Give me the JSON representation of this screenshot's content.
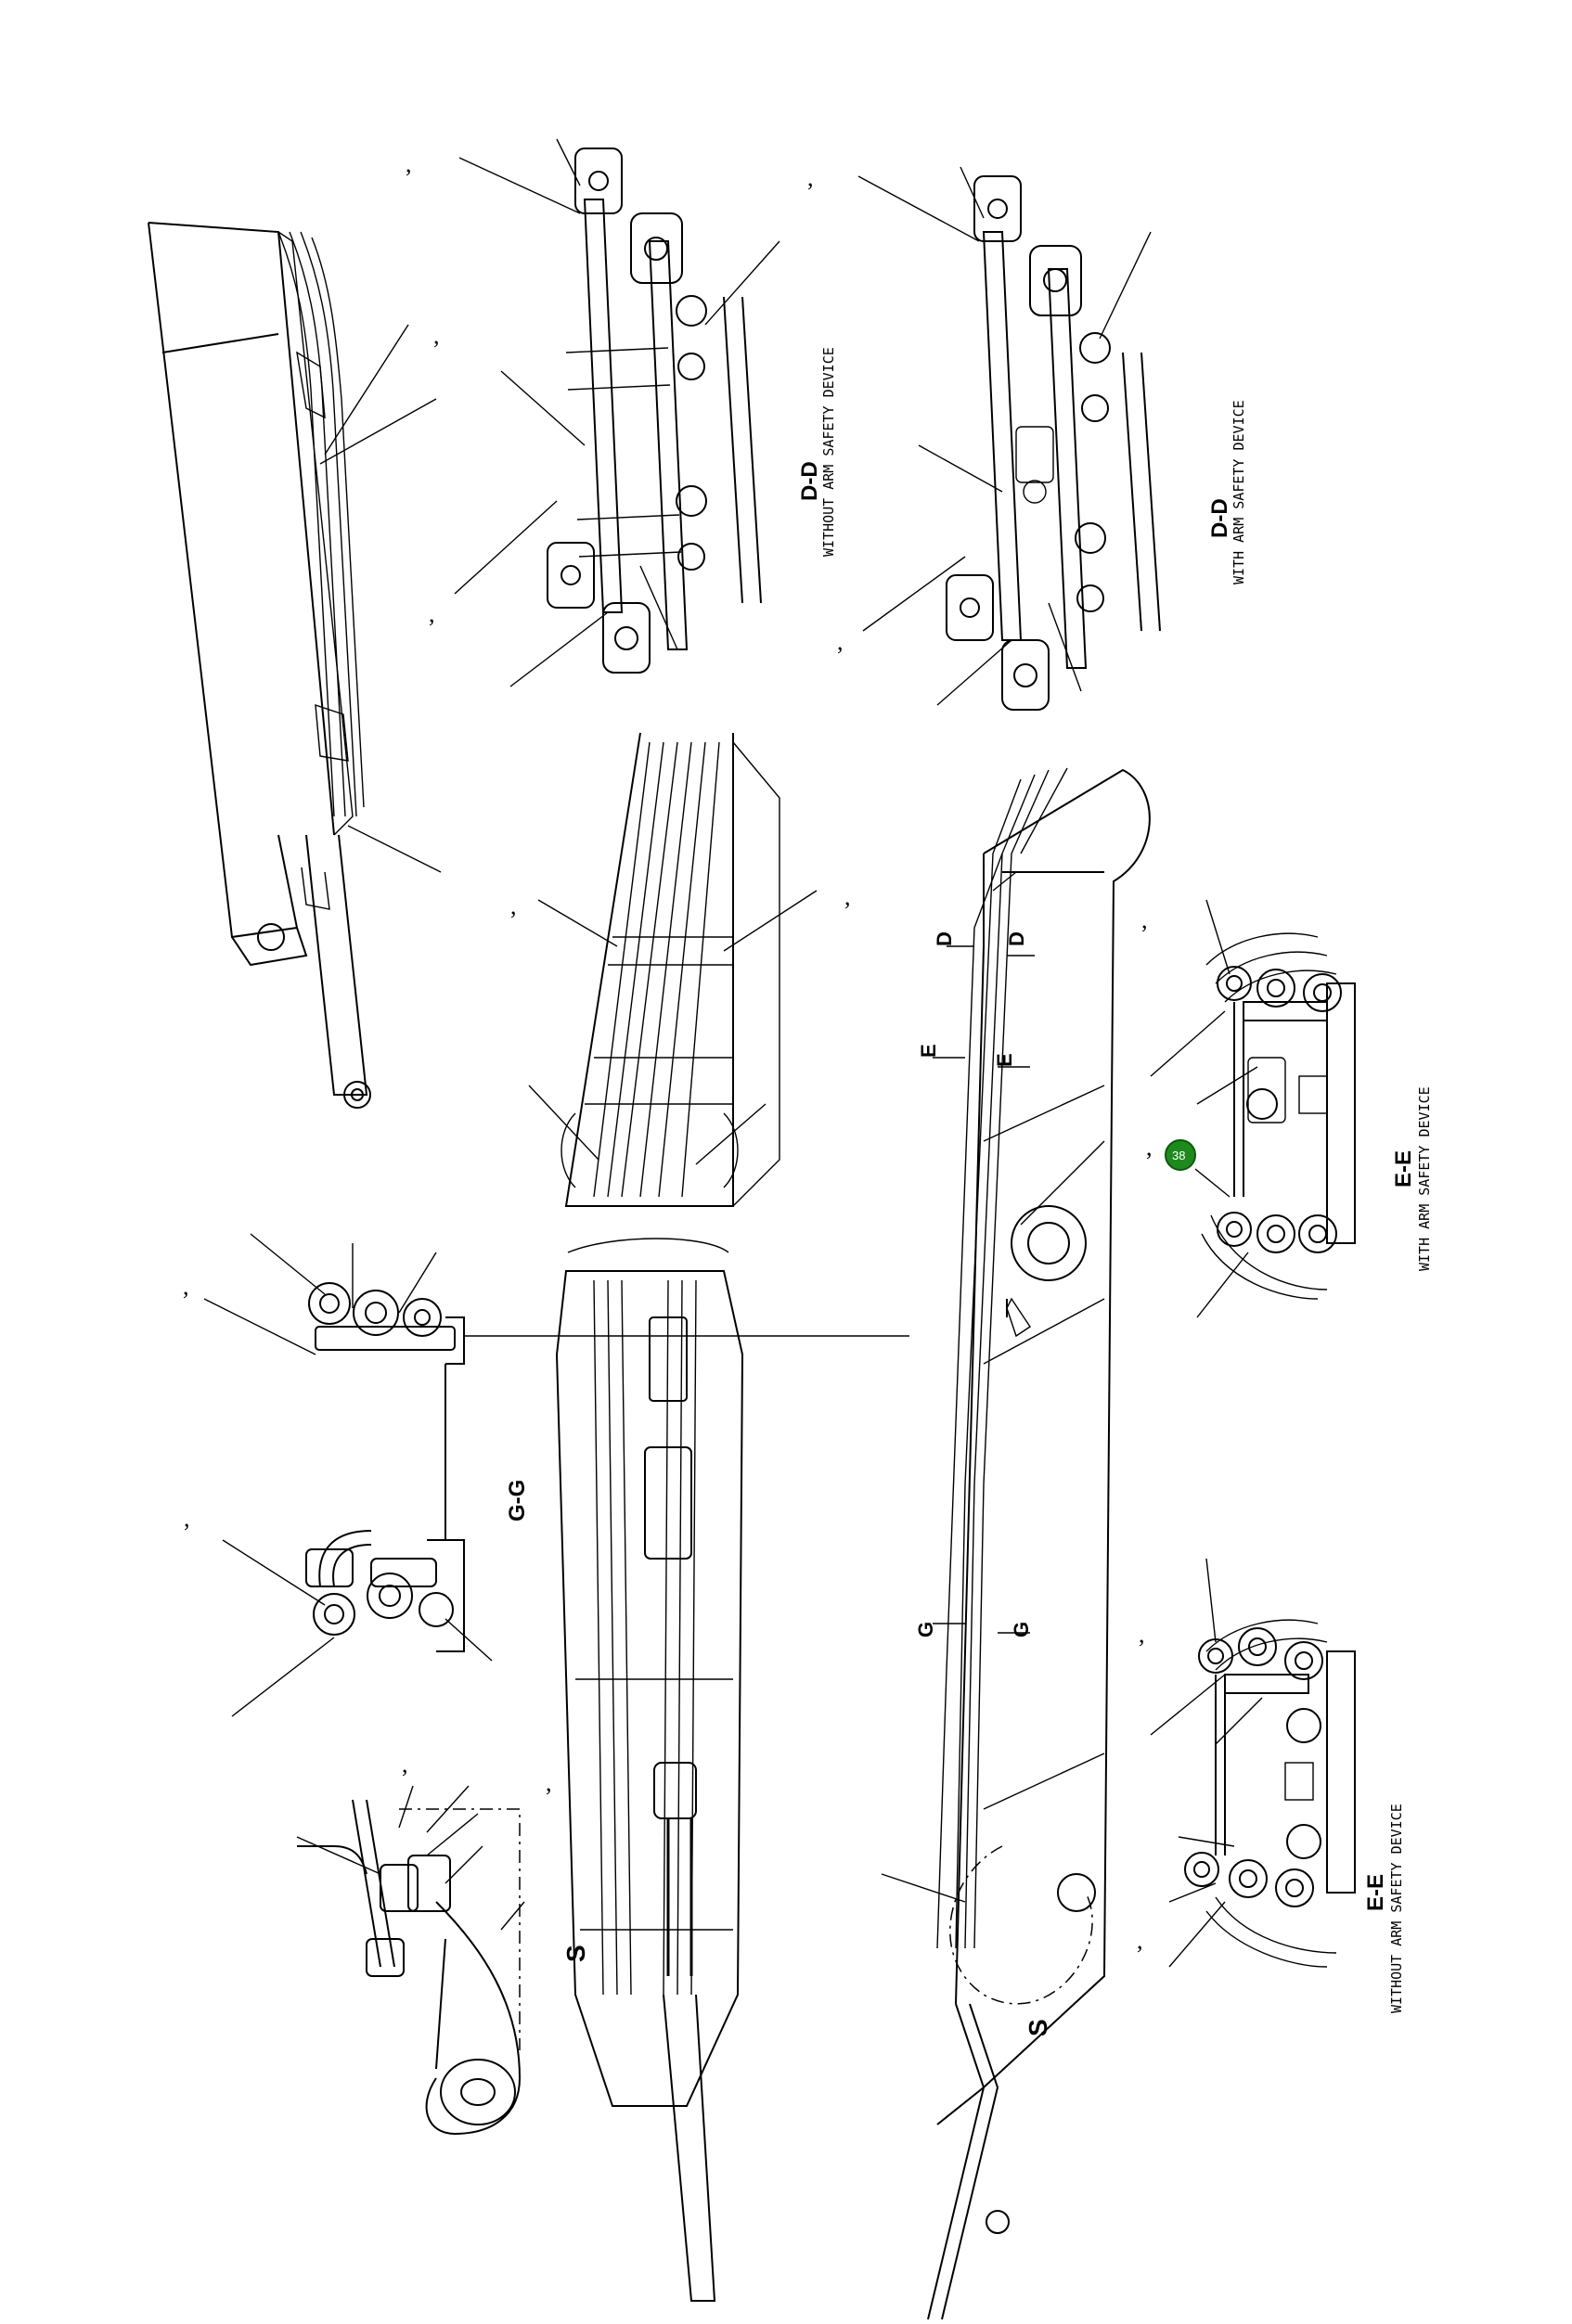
{
  "views": {
    "dd_without": {
      "title": "D-D",
      "subtitle": "WITHOUT ARM SAFETY DEVICE"
    },
    "dd_with": {
      "title": "D-D",
      "subtitle": "WITH ARM SAFETY DEVICE"
    },
    "ee_with": {
      "title": "E-E",
      "subtitle": "WITH ARM SAFETY DEVICE"
    },
    "ee_without": {
      "title": "E-E",
      "subtitle": "WITHOUT ARM SAFETY DEVICE"
    },
    "gg": {
      "title": "G-G"
    },
    "s_detail": {
      "title": "S"
    }
  },
  "section_markers": {
    "d_upper": "D",
    "d_lower": "D",
    "e_upper": "E",
    "e_lower": "E",
    "g_upper": "G",
    "g_lower": "G",
    "s_main": "S"
  },
  "callout": {
    "number": "38",
    "color": "#1e8a1e"
  },
  "tick_mark": ","
}
